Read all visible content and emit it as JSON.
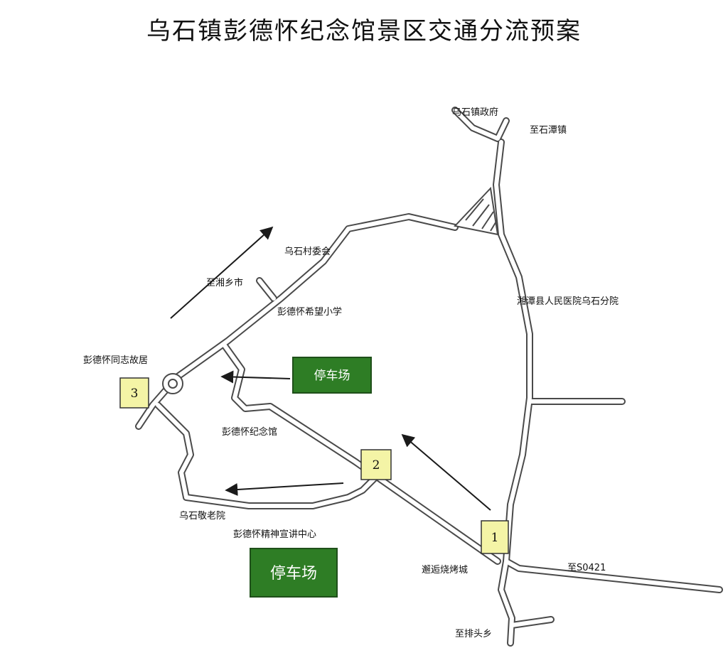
{
  "title": "乌石镇彭德怀纪念馆景区交通分流预案",
  "places": {
    "gov": "乌石镇政府",
    "shitan": "至石潭镇",
    "village": "乌石村委会",
    "xiangxiang": "至湘乡市",
    "school": "彭德怀希望小学",
    "hospital": "湘潭县人民医院乌石分院",
    "residence": "彭德怀同志故居",
    "memorial": "彭德怀纪念馆",
    "nursing": "乌石敬老院",
    "center": "彭德怀精神宣讲中心",
    "bbq": "邂逅烧烤城",
    "s0421": "至S0421",
    "paitou": "至排头乡"
  },
  "parking": {
    "upper": "停车场",
    "lower": "停车场",
    "color": "#2e7d25"
  },
  "markers": [
    "1",
    "2",
    "3"
  ],
  "colors": {
    "marker_fill": "#f4f4a6",
    "road_edge": "#4a4a4a"
  }
}
